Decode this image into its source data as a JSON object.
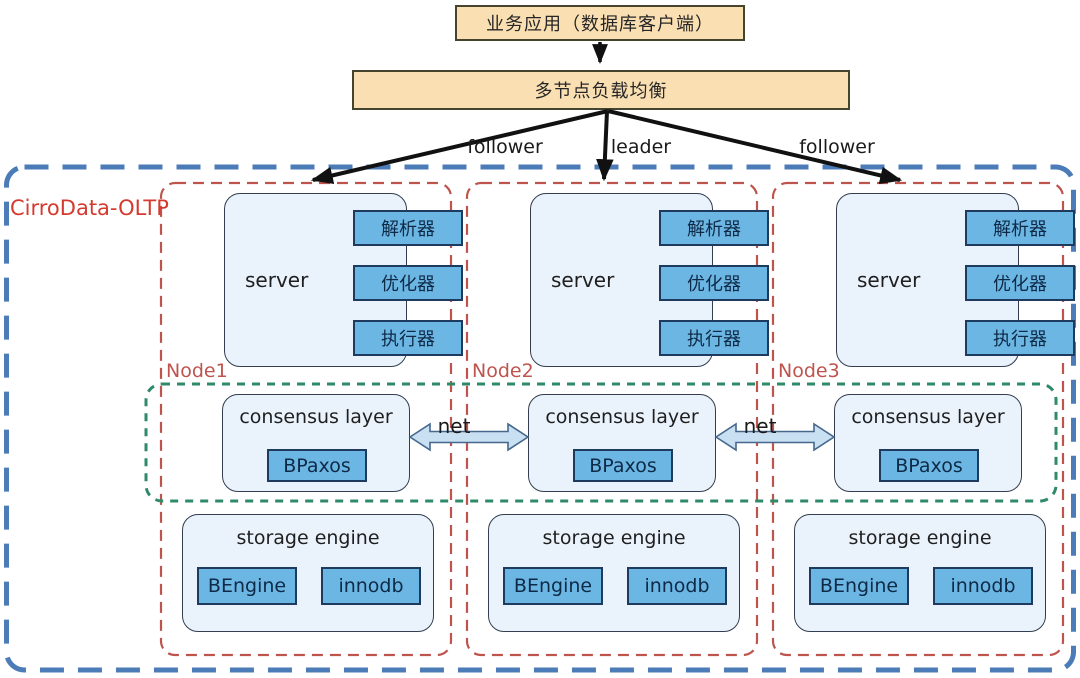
{
  "top_flow": {
    "app_label": "业务应用（数据库客户端）",
    "load_balancer_label": "多节点负载均衡",
    "branch_labels": [
      "follower",
      "leader",
      "follower"
    ]
  },
  "cluster": {
    "label": "CirroData-OLTP"
  },
  "network": {
    "label": "net"
  },
  "nodes": [
    {
      "name": "Node1",
      "server": {
        "label": "server",
        "components": [
          "解析器",
          "优化器",
          "执行器"
        ]
      },
      "consensus": {
        "title": "consensus layer",
        "component": "BPaxos"
      },
      "storage": {
        "title": "storage engine",
        "components": [
          "BEngine",
          "innodb"
        ]
      }
    },
    {
      "name": "Node2",
      "server": {
        "label": "server",
        "components": [
          "解析器",
          "优化器",
          "执行器"
        ]
      },
      "consensus": {
        "title": "consensus layer",
        "component": "BPaxos"
      },
      "storage": {
        "title": "storage engine",
        "components": [
          "BEngine",
          "innodb"
        ]
      }
    },
    {
      "name": "Node3",
      "server": {
        "label": "server",
        "components": [
          "解析器",
          "优化器",
          "执行器"
        ]
      },
      "consensus": {
        "title": "consensus layer",
        "component": "BPaxos"
      },
      "storage": {
        "title": "storage engine",
        "components": [
          "BEngine",
          "innodb"
        ]
      }
    }
  ],
  "colors": {
    "flow_box_fill": "#FADFB2",
    "cluster_border": "#4C7CB8",
    "node_border": "#BE544E",
    "consensus_group_border": "#2F8A68",
    "panel_fill": "#EAF2FB",
    "component_fill": "#6CB6E4",
    "net_arrow_fill": "#C9DFF2",
    "cluster_label_color": "#D43A2F"
  }
}
